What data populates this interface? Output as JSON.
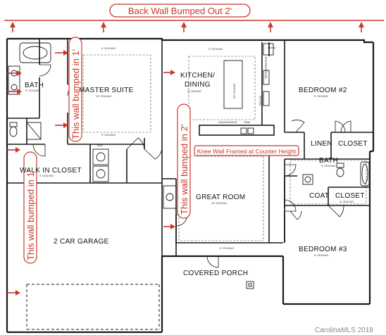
{
  "annotations": {
    "back_wall": "Back Wall Bumped Out 2'",
    "wall_1ft_upper": "This wall bumped in 1'",
    "wall_2ft": "This wall bumped in 2'",
    "wall_1ft_lower": "This wall bumped in 1'",
    "knee_wall": "Knee Wall Framed at Counter Height"
  },
  "rooms": {
    "bath_left": "BATH",
    "master_suite": "MASTER SUITE",
    "kitchen": "KITCHEN/",
    "dining": "DINING",
    "bedroom2": "BEDROOM #2",
    "island": "60\" ISLAND",
    "walk_in_closet": "WALK IN CLOSET",
    "great_room": "GREAT ROOM",
    "bath_right": "BATH",
    "linen": "LINEN",
    "closet_upper": "CLOSET",
    "closet_lower": "CLOSET",
    "coat": "COAT",
    "garage": "2 CAR GARAGE",
    "bedroom3": "BEDROOM #3",
    "covered_porch": "COVERED PORCH"
  },
  "ceilings": {
    "bath_left": "9' CEILING",
    "master_suite": "10' CEILING",
    "master_top": "9' CEILING",
    "master_bottom": "9' CEILING",
    "kitchen": "9' CEILING",
    "kitchen_top": "9' CEILING",
    "bedroom2": "9' CEILING",
    "walk_in_closet": "9' CEILING",
    "great_room": "10' CEILING",
    "great_room_bottom": "9' CEILING",
    "bath_right": "9' CEILING",
    "closet_lower": "9' CEILING",
    "bedroom3": "9' CEILING"
  },
  "fixtures": {
    "pantry": "Pantry",
    "refrigerator": "REFRIGERATOR",
    "range": "RANGE",
    "dishwasher": "DISHWASHER",
    "sink": "SINK",
    "washer_dryer": "W/D"
  },
  "watermark": "CarolinaMLS 2018",
  "colors": {
    "annotation_red": "#c8372a",
    "wall": "#1a1a1a"
  }
}
